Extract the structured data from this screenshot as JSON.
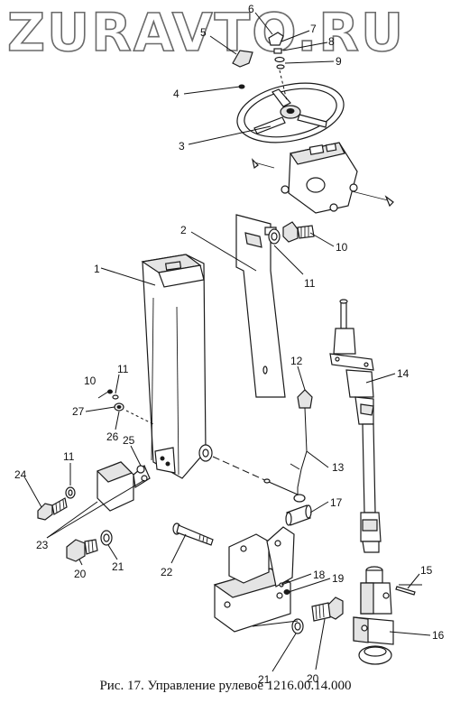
{
  "watermark": "ZURAVTO.RU",
  "caption": "Рис. 17. Управление рулевое 1216.00.14.000",
  "callouts": [
    {
      "id": "c1",
      "label": "1"
    },
    {
      "id": "c2",
      "label": "2"
    },
    {
      "id": "c3",
      "label": "3"
    },
    {
      "id": "c4",
      "label": "4"
    },
    {
      "id": "c5",
      "label": "5"
    },
    {
      "id": "c6",
      "label": "6"
    },
    {
      "id": "c7",
      "label": "7"
    },
    {
      "id": "c8",
      "label": "8"
    },
    {
      "id": "c9",
      "label": "9"
    },
    {
      "id": "c10a",
      "label": "10"
    },
    {
      "id": "c10b",
      "label": "10"
    },
    {
      "id": "c11a",
      "label": "11"
    },
    {
      "id": "c11b",
      "label": "11"
    },
    {
      "id": "c11c",
      "label": "11"
    },
    {
      "id": "c12",
      "label": "12"
    },
    {
      "id": "c13",
      "label": "13"
    },
    {
      "id": "c14",
      "label": "14"
    },
    {
      "id": "c15",
      "label": "15"
    },
    {
      "id": "c16",
      "label": "16"
    },
    {
      "id": "c17",
      "label": "17"
    },
    {
      "id": "c18",
      "label": "18"
    },
    {
      "id": "c19",
      "label": "19"
    },
    {
      "id": "c20a",
      "label": "20"
    },
    {
      "id": "c20b",
      "label": "20"
    },
    {
      "id": "c21a",
      "label": "21"
    },
    {
      "id": "c21b",
      "label": "21"
    },
    {
      "id": "c22",
      "label": "22"
    },
    {
      "id": "c23",
      "label": "23"
    },
    {
      "id": "c24",
      "label": "24"
    },
    {
      "id": "c25",
      "label": "25"
    },
    {
      "id": "c26",
      "label": "26"
    },
    {
      "id": "c27",
      "label": "27"
    }
  ]
}
